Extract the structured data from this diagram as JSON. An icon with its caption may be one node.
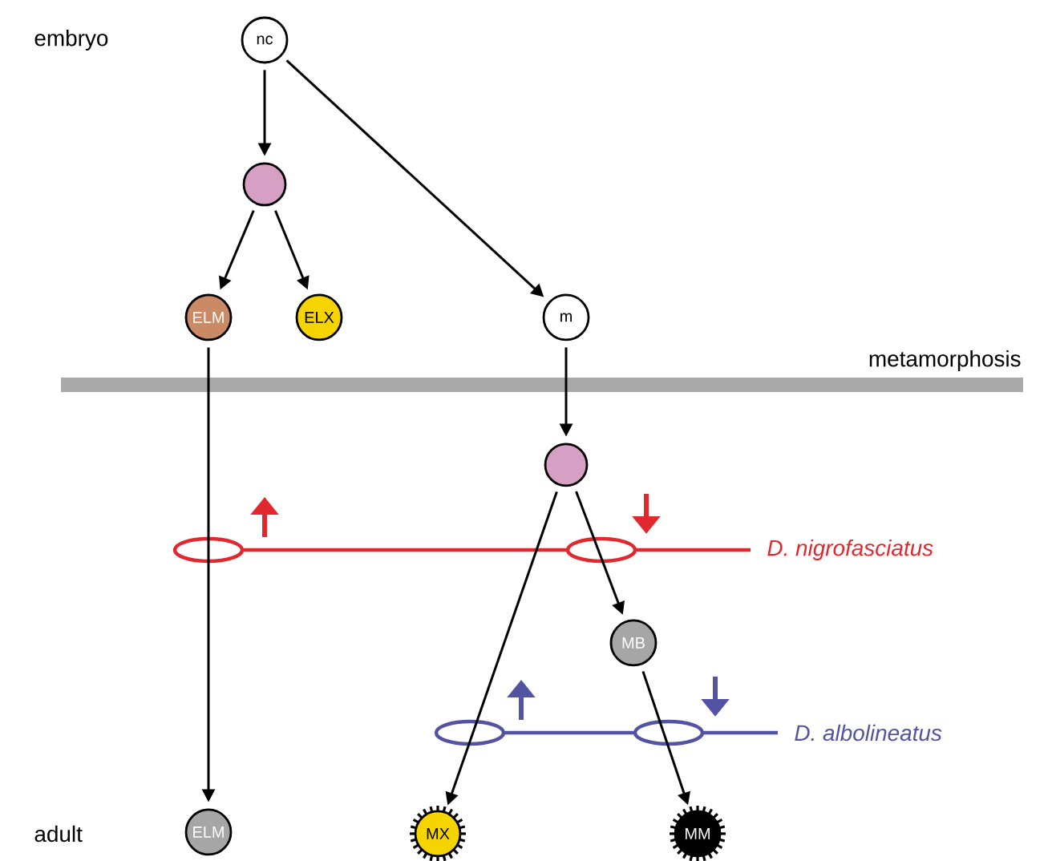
{
  "diagram": {
    "nodes": [
      {
        "text": [
          "nc"
        ]
      },
      {
        "text": [],
        "shape": "circle"
      },
      {
        "text": [
          "ELM"
        ]
      },
      {
        "text": [
          "ELX"
        ]
      },
      {
        "text": [
          "m"
        ]
      },
      {
        "text": [],
        "shape": "circle"
      },
      {
        "text": [
          "MB"
        ]
      },
      {
        "text": [
          "ELM"
        ]
      },
      {
        "text": [
          "MX"
        ]
      },
      {
        "text": [
          "MM"
        ]
      }
    ],
    "edges": [
      {
        "from": 0,
        "to": 1,
        "arrow": "to"
      },
      {
        "from": 1,
        "to": 2,
        "arrow": "to"
      },
      {
        "from": 1,
        "to": 3,
        "arrow": "to"
      },
      {
        "from": 0,
        "to": 4,
        "arrow": "to"
      },
      {
        "from": 4,
        "to": 5,
        "arrow": "to"
      },
      {
        "from": 2,
        "to": 7,
        "arrow": "to"
      },
      {
        "from": 5,
        "to": 8,
        "arrow": "to"
      },
      {
        "from": 5,
        "to": 6,
        "arrow": "to"
      },
      {
        "from": 6,
        "to": 9,
        "arrow": "to"
      }
    ],
    "labels": [
      "embryo",
      "metamorphosis",
      "adult",
      "D. nigrofasciatus",
      "D. albolineatus"
    ]
  }
}
